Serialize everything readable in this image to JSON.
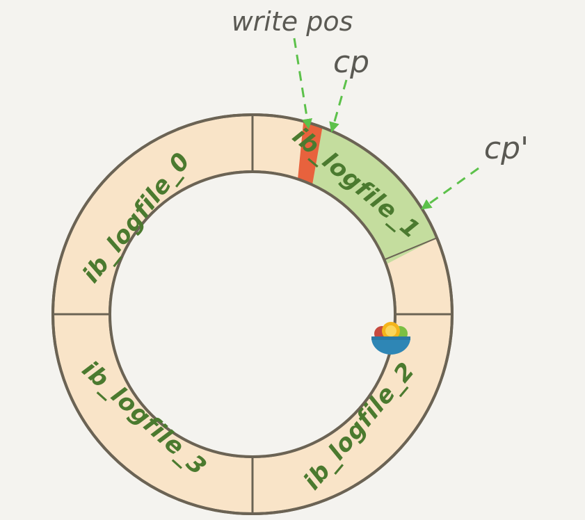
{
  "labels": {
    "write_pos": "write pos",
    "cp": "cp",
    "cp_prime": "cp'"
  },
  "segments": [
    {
      "label": "ib_logfile_0"
    },
    {
      "label": "ib_logfile_1"
    },
    {
      "label": "ib_logfile_2"
    },
    {
      "label": "ib_logfile_3"
    }
  ],
  "colors": {
    "background": "#f4f3ef",
    "ring_fill": "#f9e4c8",
    "ring_stroke": "#6b6354",
    "write_region": "#e8623d",
    "checkpoint_region": "#c4dd9e",
    "arrow": "#5cc14a",
    "segment_text": "#4b7a2f",
    "label_text": "#5a5953"
  },
  "icons": [
    "fruit-bowl-icon"
  ]
}
